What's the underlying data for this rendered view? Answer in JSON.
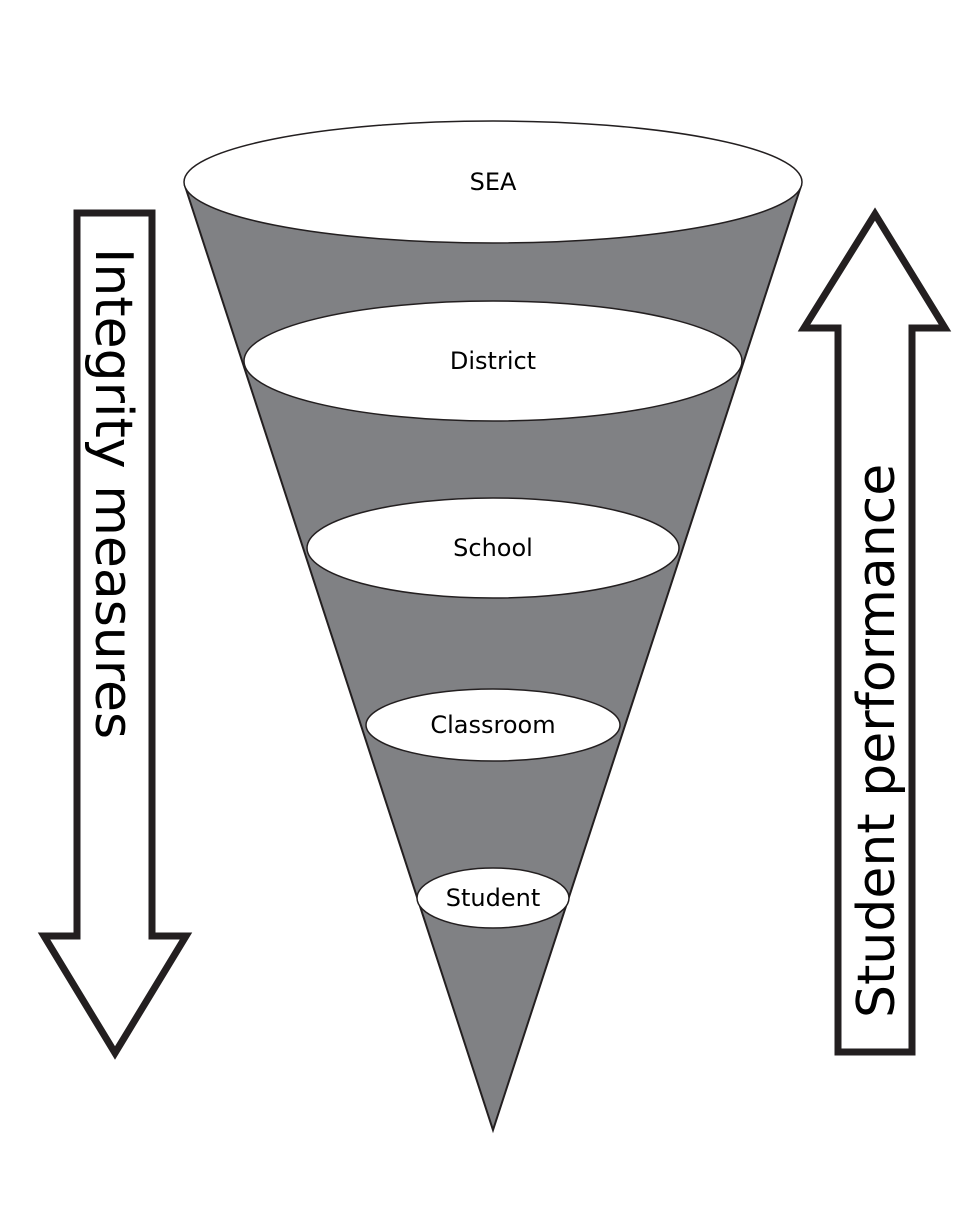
{
  "levels": [
    {
      "label": "SEA"
    },
    {
      "label": "District"
    },
    {
      "label": "School"
    },
    {
      "label": "Classroom"
    },
    {
      "label": "Student"
    }
  ],
  "left_arrow": {
    "label": "Integrity measures",
    "direction": "down"
  },
  "right_arrow": {
    "label": "Student performance",
    "direction": "up"
  },
  "colors": {
    "funnel_fill": "#808184",
    "ellipse_fill": "#ffffff",
    "stroke": "#231f20",
    "arrow_fill": "#ffffff"
  }
}
